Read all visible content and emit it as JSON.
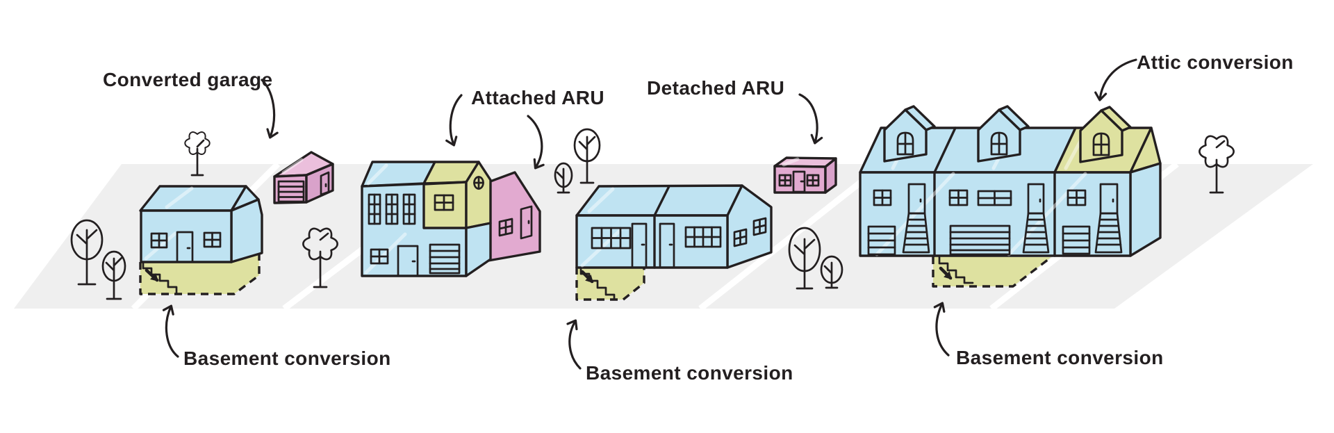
{
  "labels": {
    "converted_garage": "Converted garage",
    "attached_aru": "Attached ARU",
    "detached_aru": "Detached ARU",
    "attic_conversion": "Attic conversion",
    "basement_conversion_left": "Basement conversion",
    "basement_conversion_center": "Basement conversion",
    "basement_conversion_right": "Basement conversion"
  },
  "colors": {
    "house_blue": "#bfe3f2",
    "conversion_yellow": "#dee1a0",
    "aru_pink": "#e2aad0",
    "aru_pink_roof": "#ebbfdc",
    "aru_pink_side": "#d9a2ca",
    "ground_gray": "#efefef",
    "line": "#231f20",
    "text": "#231f20",
    "background": "#ffffff"
  }
}
